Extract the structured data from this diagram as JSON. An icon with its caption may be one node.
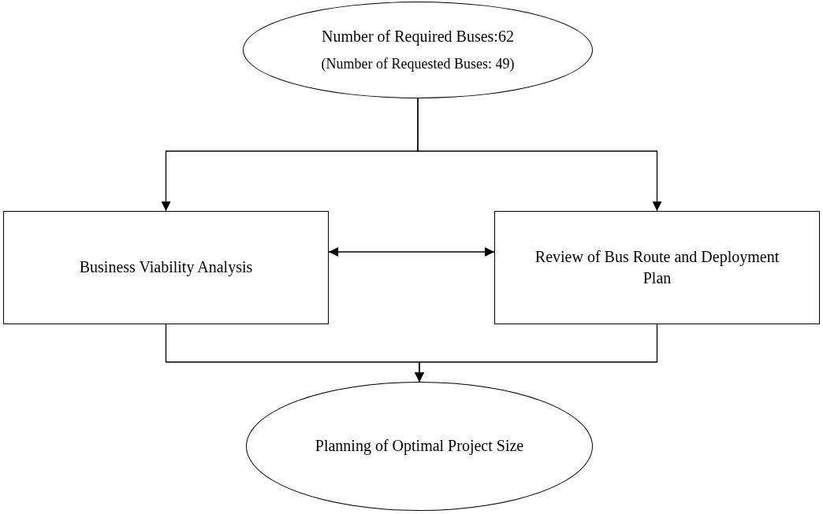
{
  "diagram": {
    "nodes": [
      {
        "text": [
          "Number of Required Buses:62",
          "(Number of Requested Buses: 49)"
        ]
      },
      {
        "text": [
          "Business Viability Analysis"
        ]
      },
      {
        "text": [
          "Review of Bus Route and Deployment Plan"
        ]
      },
      {
        "text": [
          "Planning of Optimal Project Size"
        ]
      }
    ],
    "edges": [
      {
        "from": 0,
        "to": 1,
        "arrow": "to"
      },
      {
        "from": 0,
        "to": 2,
        "arrow": "to"
      },
      {
        "from": 1,
        "to": 2,
        "arrow": "both"
      },
      {
        "from": 1,
        "to": 3,
        "arrow": "to"
      },
      {
        "from": 2,
        "to": 3,
        "arrow": "to"
      }
    ]
  }
}
